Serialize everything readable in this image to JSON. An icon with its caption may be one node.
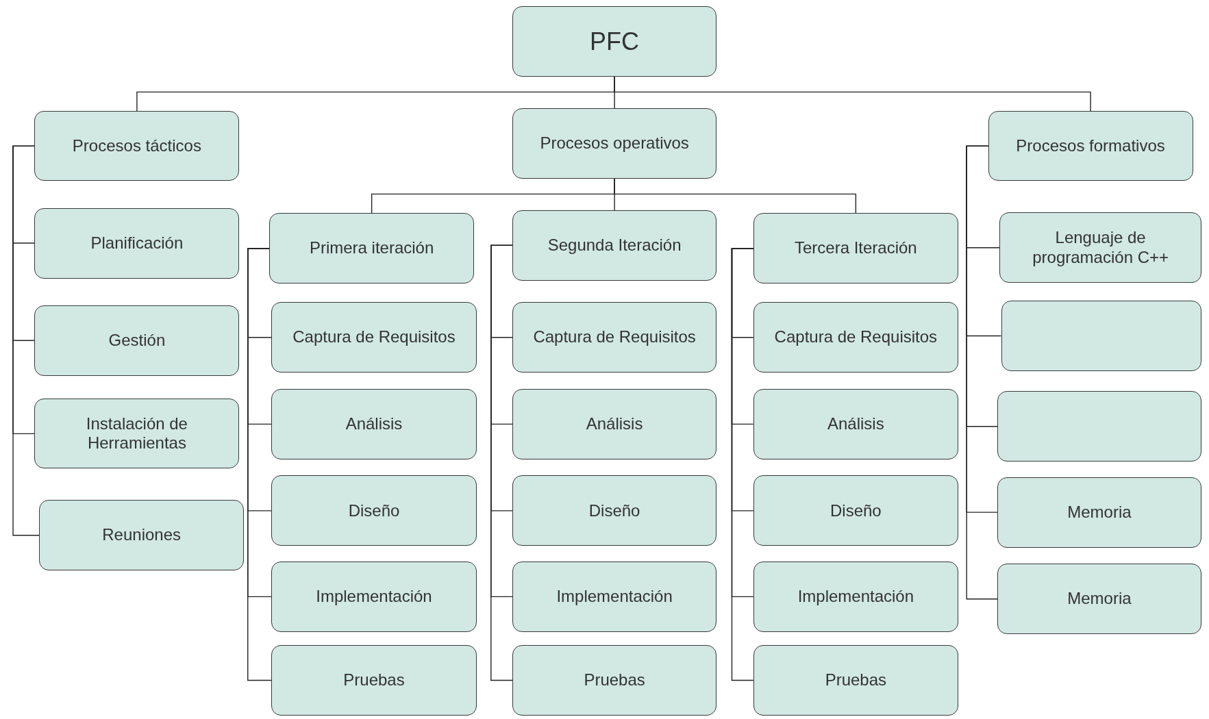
{
  "diagram": {
    "nodes": [
      {
        "text": [
          "PFC"
        ]
      },
      {
        "text": [
          "Procesos tácticos"
        ]
      },
      {
        "text": [
          "Procesos operativos"
        ]
      },
      {
        "text": [
          "Procesos formativos"
        ]
      },
      {
        "text": [
          "Planificación"
        ]
      },
      {
        "text": [
          "Gestión"
        ]
      },
      {
        "text": [
          "Instalación de Herramientas"
        ]
      },
      {
        "text": [
          "Reuniones"
        ]
      },
      {
        "text": [
          "Primera iteración"
        ]
      },
      {
        "text": [
          "Segunda Iteración"
        ]
      },
      {
        "text": [
          "Tercera Iteración"
        ]
      },
      {
        "text": [
          "Captura de Requisitos"
        ]
      },
      {
        "text": [
          "Análisis"
        ]
      },
      {
        "text": [
          "Diseño"
        ]
      },
      {
        "text": [
          "Implementación"
        ]
      },
      {
        "text": [
          "Pruebas"
        ]
      },
      {
        "text": [
          "Captura de Requisitos"
        ]
      },
      {
        "text": [
          "Análisis"
        ]
      },
      {
        "text": [
          "Diseño"
        ]
      },
      {
        "text": [
          "Implementación"
        ]
      },
      {
        "text": [
          "Pruebas"
        ]
      },
      {
        "text": [
          "Captura de Requisitos"
        ]
      },
      {
        "text": [
          "Análisis"
        ]
      },
      {
        "text": [
          "Diseño"
        ]
      },
      {
        "text": [
          "Implementación"
        ]
      },
      {
        "text": [
          "Pruebas"
        ]
      },
      {
        "text": [
          "Lenguaje de programación C++"
        ]
      },
      {
        "text": [],
        "shape": "box"
      },
      {
        "text": [],
        "shape": "box"
      },
      {
        "text": [
          "Memoria"
        ]
      },
      {
        "text": [
          "Memoria"
        ]
      }
    ],
    "edges": [
      {
        "from": 0,
        "to": 1,
        "arrow": "none"
      },
      {
        "from": 0,
        "to": 2,
        "arrow": "none"
      },
      {
        "from": 0,
        "to": 3,
        "arrow": "none"
      },
      {
        "from": 1,
        "to": 4,
        "arrow": "none"
      },
      {
        "from": 1,
        "to": 5,
        "arrow": "none"
      },
      {
        "from": 1,
        "to": 6,
        "arrow": "none"
      },
      {
        "from": 1,
        "to": 7,
        "arrow": "none"
      },
      {
        "from": 2,
        "to": 8,
        "arrow": "none"
      },
      {
        "from": 2,
        "to": 9,
        "arrow": "none"
      },
      {
        "from": 2,
        "to": 10,
        "arrow": "none"
      },
      {
        "from": 8,
        "to": 11,
        "arrow": "none"
      },
      {
        "from": 8,
        "to": 12,
        "arrow": "none"
      },
      {
        "from": 8,
        "to": 13,
        "arrow": "none"
      },
      {
        "from": 8,
        "to": 14,
        "arrow": "none"
      },
      {
        "from": 8,
        "to": 15,
        "arrow": "none"
      },
      {
        "from": 9,
        "to": 16,
        "arrow": "none"
      },
      {
        "from": 9,
        "to": 17,
        "arrow": "none"
      },
      {
        "from": 9,
        "to": 18,
        "arrow": "none"
      },
      {
        "from": 9,
        "to": 19,
        "arrow": "none"
      },
      {
        "from": 9,
        "to": 20,
        "arrow": "none"
      },
      {
        "from": 10,
        "to": 21,
        "arrow": "none"
      },
      {
        "from": 10,
        "to": 22,
        "arrow": "none"
      },
      {
        "from": 10,
        "to": 23,
        "arrow": "none"
      },
      {
        "from": 10,
        "to": 24,
        "arrow": "none"
      },
      {
        "from": 10,
        "to": 25,
        "arrow": "none"
      },
      {
        "from": 3,
        "to": 26,
        "arrow": "none"
      },
      {
        "from": 3,
        "to": 27,
        "arrow": "none"
      },
      {
        "from": 3,
        "to": 28,
        "arrow": "none"
      },
      {
        "from": 3,
        "to": 29,
        "arrow": "none"
      },
      {
        "from": 3,
        "to": 30,
        "arrow": "none"
      }
    ]
  }
}
